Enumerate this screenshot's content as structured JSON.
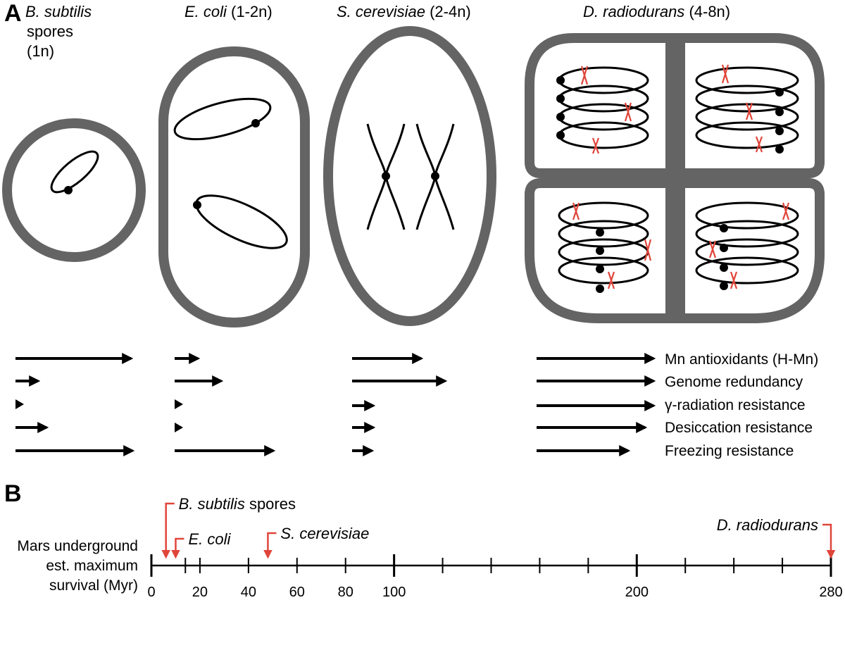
{
  "panels": {
    "a": "A",
    "b": "B"
  },
  "organisms": [
    {
      "name": "B. subtilis",
      "extra_lines": [
        "spores",
        "(1n)"
      ]
    },
    {
      "name": "E. coli",
      "ploidy": "(1-2n)"
    },
    {
      "name": "S. cerevisiae",
      "ploidy": "(2-4n)"
    },
    {
      "name": "D. radiodurans",
      "ploidy": "(4-8n)"
    }
  ],
  "properties": [
    "Mn antioxidants (H-Mn)",
    "Genome redundancy",
    "γ-radiation resistance",
    "Desiccation resistance",
    "Freezing resistance"
  ],
  "axis_label": [
    "Mars underground",
    "est. maximum",
    "survival (Myr)"
  ],
  "tick_labels": [
    "0",
    "20",
    "40",
    "60",
    "80",
    "100",
    "200",
    "280"
  ],
  "survival_markers": [
    {
      "label": "B. subtilis",
      "suffix": " spores",
      "value_myr": 6
    },
    {
      "label": "E. coli",
      "value_myr": 10
    },
    {
      "label": "S. cerevisiae",
      "value_myr": 48
    },
    {
      "label": "D. radiodurans",
      "value_myr": 280
    }
  ],
  "colors": {
    "wall": "#646464",
    "red": "#e0453a",
    "black": "#000000"
  }
}
